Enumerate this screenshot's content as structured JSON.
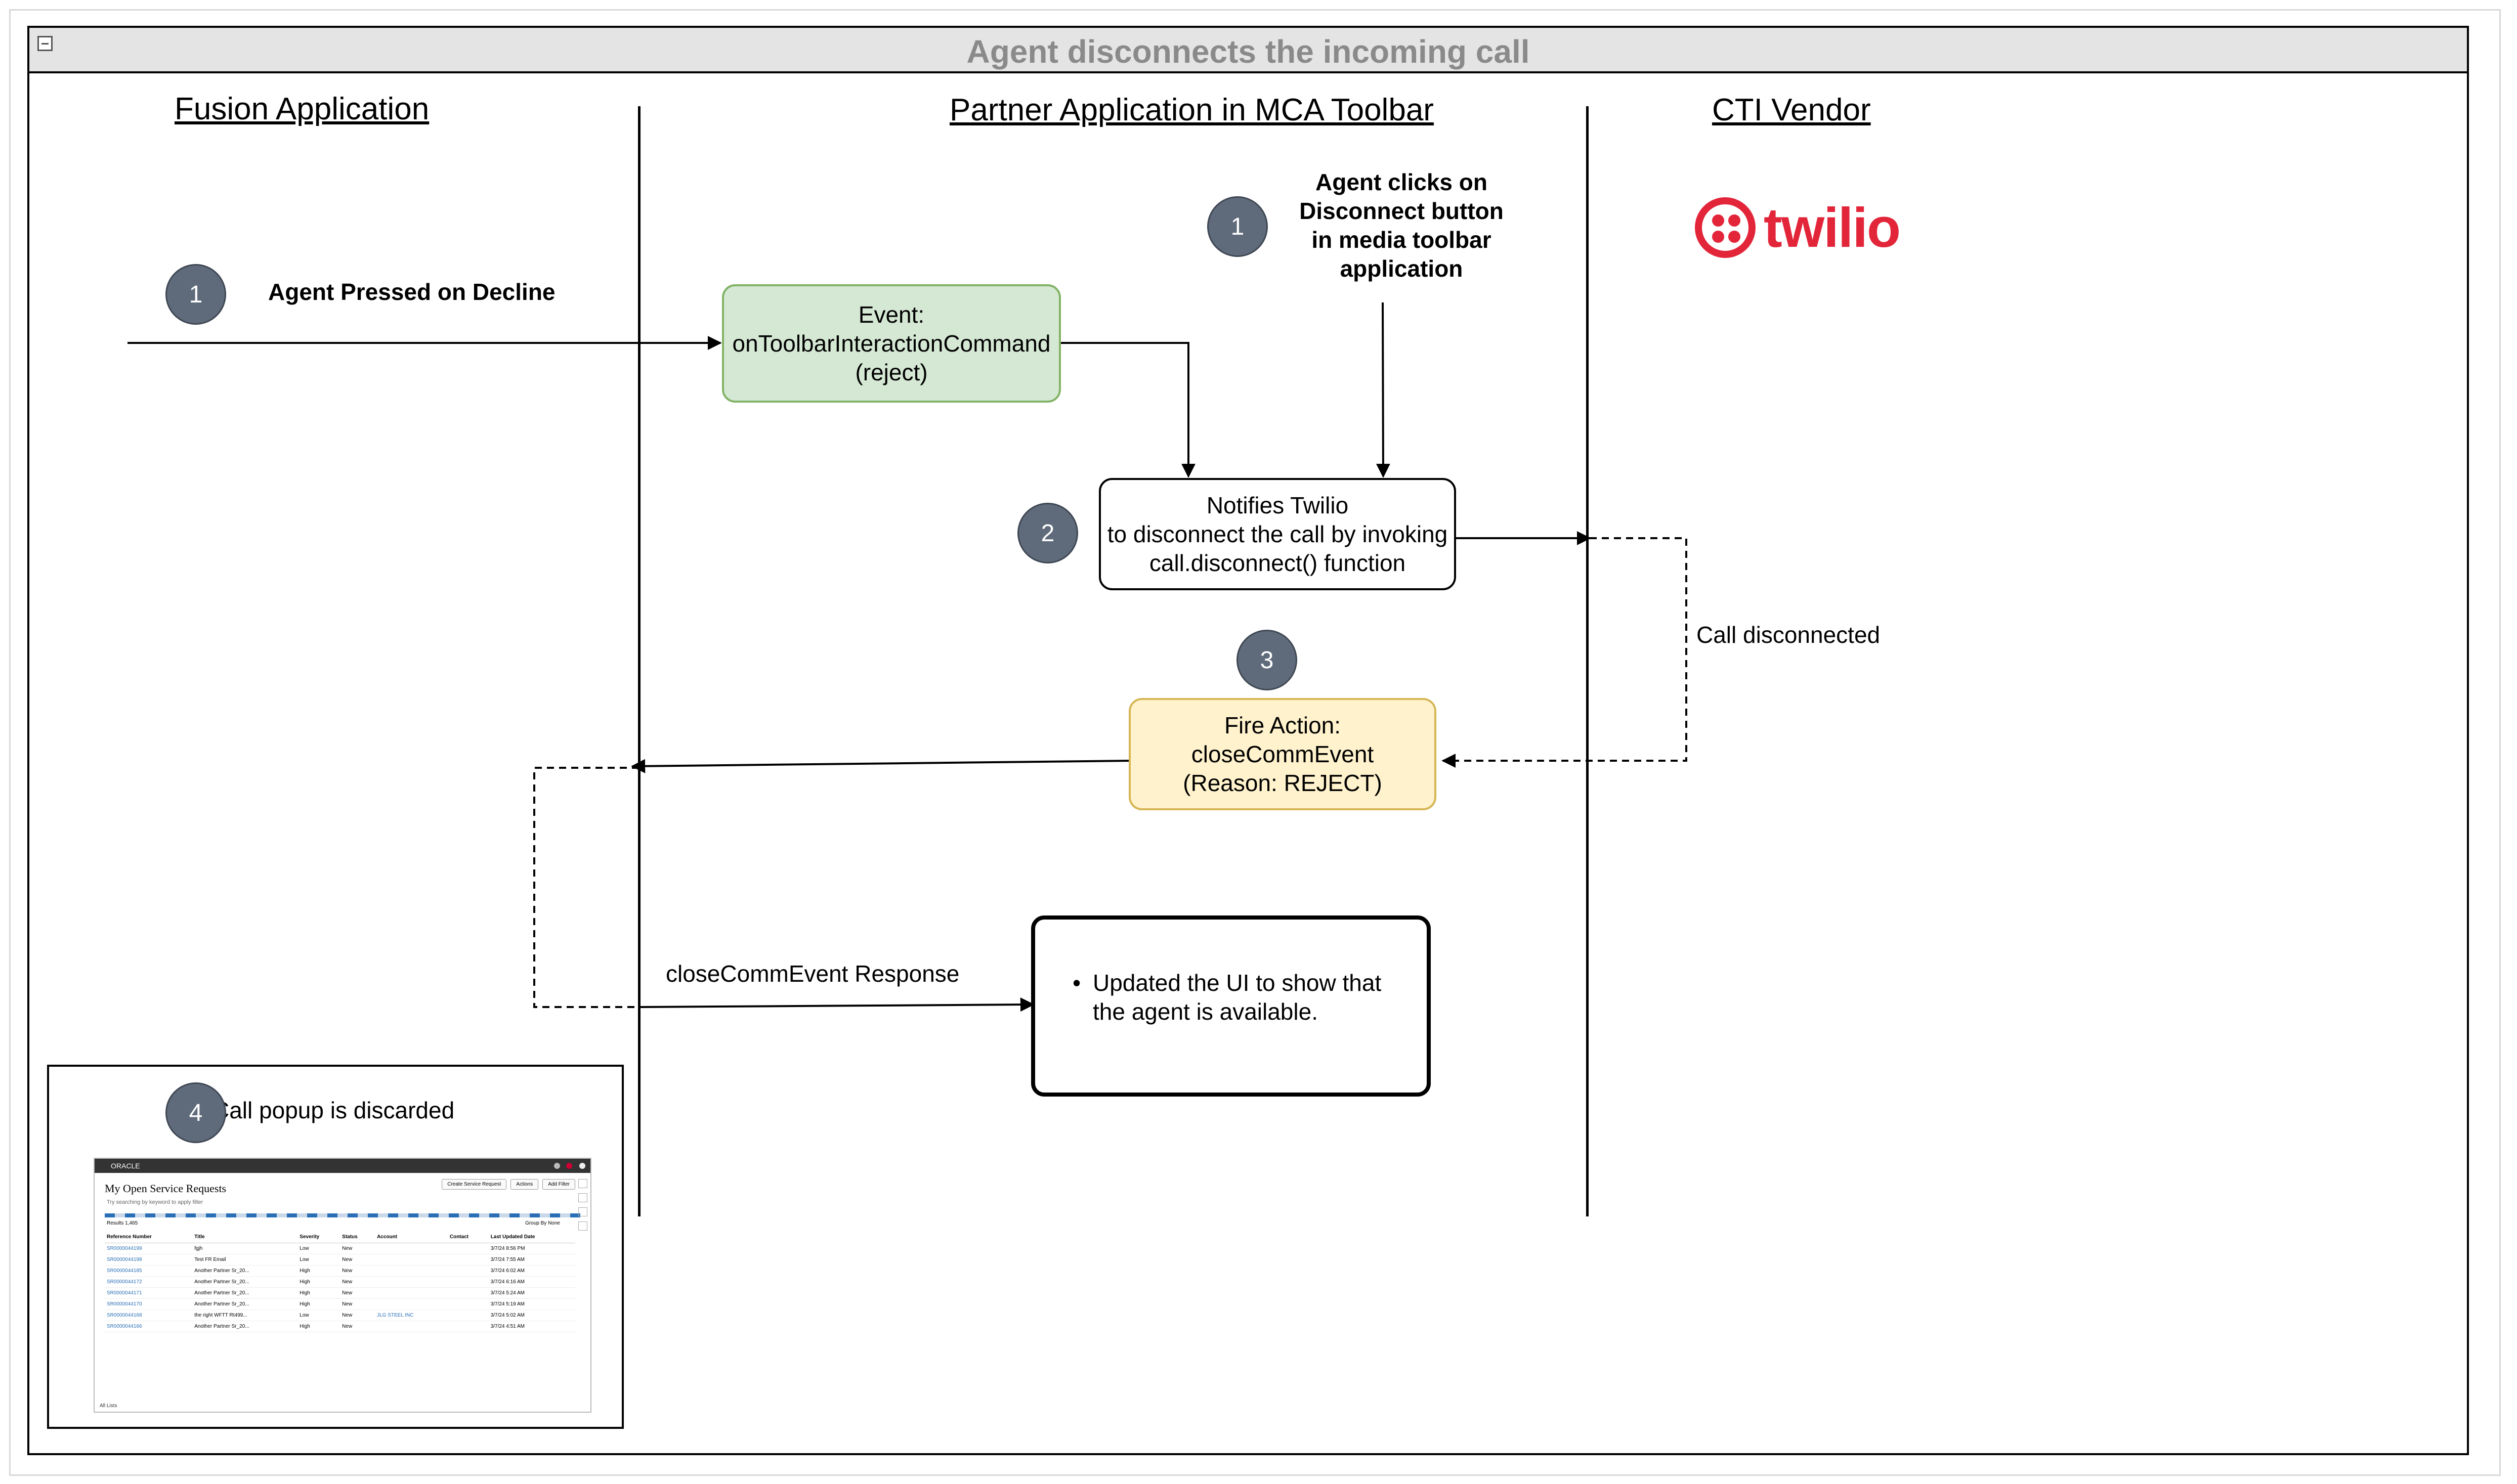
{
  "diagram": {
    "title": "Agent disconnects the incoming call",
    "lanes": {
      "fusion": "Fusion Application",
      "partner": "Partner Application in MCA Toolbar",
      "cti": "CTI Vendor"
    },
    "vendor_logo": {
      "text": "twilio",
      "color": "#e3253a"
    },
    "badges": {
      "fusion_1": "1",
      "partner_1": "1",
      "partner_2": "2",
      "partner_3": "3",
      "fusion_4": "4"
    },
    "labels": {
      "agent_pressed": "Agent Pressed on Decline",
      "agent_clicks": [
        "Agent clicks on",
        "Disconnect button",
        "in media toolbar",
        "application"
      ],
      "call_disconnected": "Call disconnected",
      "close_response": "closeCommEvent Response",
      "popup_discarded": "Call popup is discarded"
    },
    "boxes": {
      "event": [
        "Event:",
        "onToolbarInteractionCommand",
        "(reject)"
      ],
      "notify": [
        "Notifies Twilio",
        "to disconnect the call by invoking",
        "call.disconnect() function"
      ],
      "fire": [
        "Fire Action:",
        "closeCommEvent",
        "(Reason: REJECT)"
      ],
      "updated": [
        "Updated the UI to show that",
        "the agent is available."
      ]
    },
    "colors": {
      "event_fill": "#d5e8d4",
      "event_border": "#82b366",
      "fire_fill": "#fff2cc",
      "fire_border": "#d6b656",
      "badge_fill": "#5f6b7a"
    }
  },
  "thumbnail": {
    "brand": "ORACLE",
    "page_title": "My Open Service Requests",
    "subtitle": "Try searching by keyword to apply filter",
    "buttons": [
      "Create Service Request",
      "Actions",
      "Add Filter"
    ],
    "results_label": "Results  1,465",
    "group_by": "Group By   None",
    "columns": [
      "Reference Number",
      "Title",
      "Severity",
      "Status",
      "Account",
      "Contact",
      "Last Updated Date"
    ],
    "rows": [
      [
        "SR0000044199",
        "fgjh",
        "Low",
        "New",
        "",
        "",
        "3/7/24 8:56 PM"
      ],
      [
        "SR0000044198",
        "Test FR Email",
        "Low",
        "New",
        "",
        "",
        "3/7/24 7:55 AM"
      ],
      [
        "SR0000044185",
        "Another Partner Sr_20...",
        "High",
        "New",
        "",
        "",
        "3/7/24 6:02 AM"
      ],
      [
        "SR0000044172",
        "Another Partner Sr_20...",
        "High",
        "New",
        "",
        "",
        "3/7/24 6:16 AM"
      ],
      [
        "SR0000044171",
        "Another Partner Sr_20...",
        "High",
        "New",
        "",
        "",
        "3/7/24 5:24 AM"
      ],
      [
        "SR0000044170",
        "Another Partner Sr_20...",
        "High",
        "New",
        "",
        "",
        "3/7/24 5:19 AM"
      ],
      [
        "SR0000044168",
        "the right WFTT Rt499...",
        "Low",
        "New",
        "JLG STEEL INC",
        "",
        "3/7/24 5:02 AM"
      ],
      [
        "SR0000044166",
        "Another Partner Sr_20...",
        "High",
        "New",
        "",
        "",
        "3/7/24 4:51 AM"
      ]
    ],
    "footer": "All Lists"
  }
}
